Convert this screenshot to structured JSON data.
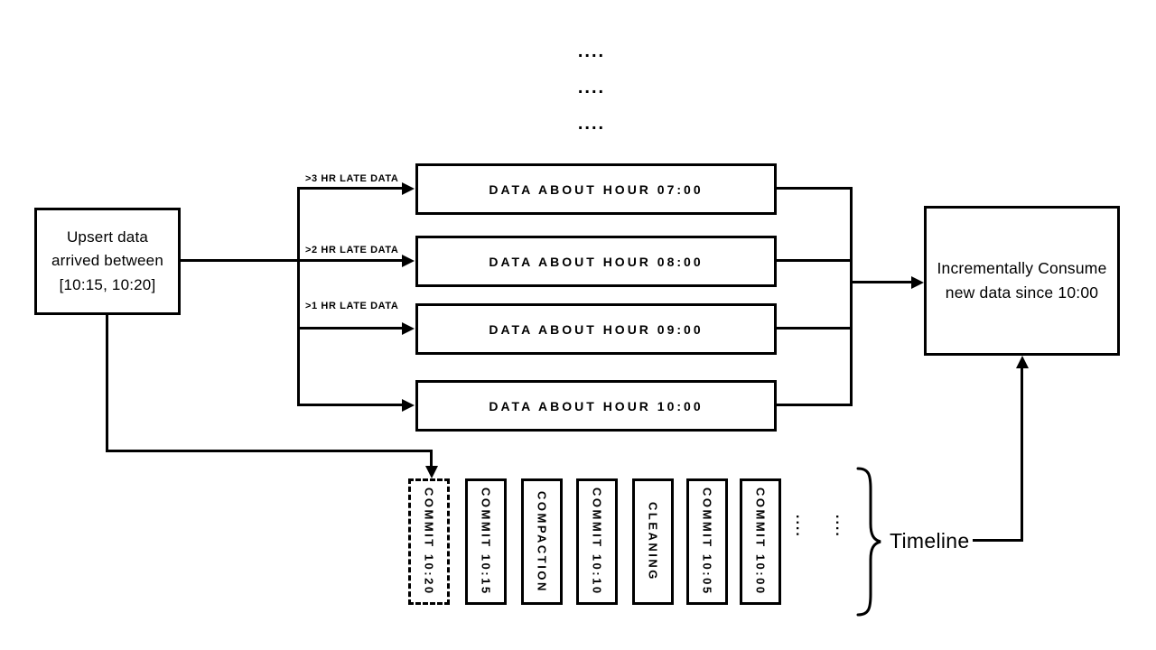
{
  "diagram": {
    "colors": {
      "ink": "#000000",
      "background": "#ffffff"
    },
    "top_ellipsis": [
      "....",
      "....",
      "...."
    ],
    "upsert_box": {
      "lines": [
        "Upsert data",
        "arrived between",
        "[10:15, 10:20]"
      ]
    },
    "late_data_labels": [
      ">3 HR LATE DATA",
      ">2 HR LATE DATA",
      ">1 HR LATE DATA"
    ],
    "hour_boxes": [
      "DATA ABOUT HOUR 07:00",
      "DATA ABOUT HOUR 08:00",
      "DATA ABOUT HOUR 09:00",
      "DATA ABOUT HOUR 10:00"
    ],
    "consume_box": {
      "lines": [
        "Incrementally Consume",
        "new data since 10:00"
      ]
    },
    "timeline": {
      "entries": [
        {
          "label": "COMMIT 10:20",
          "style": "dashed"
        },
        {
          "label": "COMMIT 10:15",
          "style": "solid"
        },
        {
          "label": "COMPACTION",
          "style": "solid"
        },
        {
          "label": "COMMIT 10:10",
          "style": "solid"
        },
        {
          "label": "CLEANING",
          "style": "solid"
        },
        {
          "label": "COMMIT 10:05",
          "style": "solid"
        },
        {
          "label": "COMMIT 10:00",
          "style": "solid"
        }
      ],
      "ellipsis": [
        "....",
        "...."
      ],
      "label": "Timeline"
    }
  }
}
